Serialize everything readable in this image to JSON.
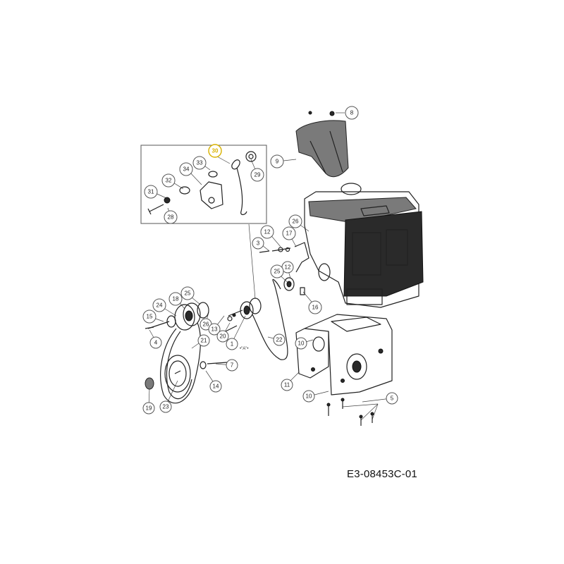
{
  "drawing_code": "E3-08453C-01",
  "highlight_color": "#d8b200",
  "callouts": [
    {
      "id": "c8",
      "label": "8"
    },
    {
      "id": "c9",
      "label": "9"
    },
    {
      "id": "c30",
      "label": "30",
      "highlight": true
    },
    {
      "id": "c29",
      "label": "29"
    },
    {
      "id": "c33",
      "label": "33"
    },
    {
      "id": "c34",
      "label": "34"
    },
    {
      "id": "c32",
      "label": "32"
    },
    {
      "id": "c31",
      "label": "31"
    },
    {
      "id": "c28",
      "label": "28"
    },
    {
      "id": "c12a",
      "label": "12"
    },
    {
      "id": "c17",
      "label": "17"
    },
    {
      "id": "c26a",
      "label": "26"
    },
    {
      "id": "c3",
      "label": "3"
    },
    {
      "id": "c12b",
      "label": "12"
    },
    {
      "id": "c25a",
      "label": "25"
    },
    {
      "id": "c16",
      "label": "16"
    },
    {
      "id": "c25b",
      "label": "25"
    },
    {
      "id": "c18",
      "label": "18"
    },
    {
      "id": "c24",
      "label": "24"
    },
    {
      "id": "c15",
      "label": "15"
    },
    {
      "id": "c26b",
      "label": "26"
    },
    {
      "id": "c13",
      "label": "13"
    },
    {
      "id": "c20",
      "label": "20"
    },
    {
      "id": "c1",
      "label": "1"
    },
    {
      "id": "c4",
      "label": "4"
    },
    {
      "id": "c21",
      "label": "21"
    },
    {
      "id": "c22",
      "label": "22"
    },
    {
      "id": "c10a",
      "label": "10"
    },
    {
      "id": "c7",
      "label": "7"
    },
    {
      "id": "c14",
      "label": "14"
    },
    {
      "id": "c11",
      "label": "11"
    },
    {
      "id": "c10b",
      "label": "10"
    },
    {
      "id": "c5",
      "label": "5"
    },
    {
      "id": "c19",
      "label": "19"
    },
    {
      "id": "c23",
      "label": "23"
    }
  ]
}
